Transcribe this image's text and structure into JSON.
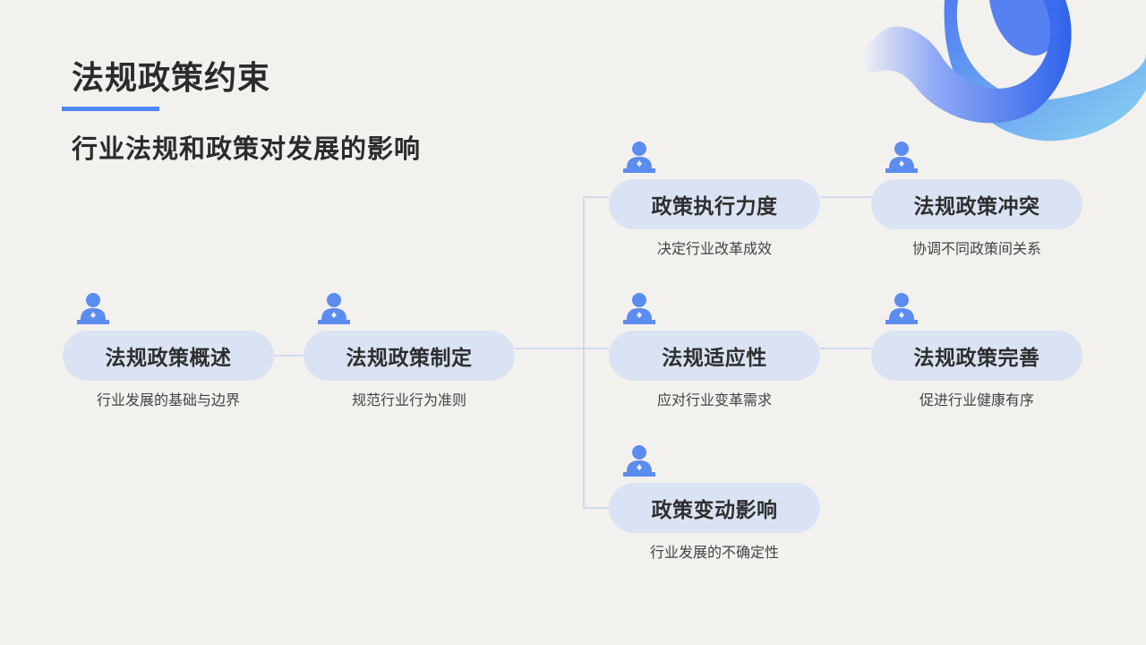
{
  "header": {
    "title": "法规政策约束",
    "subtitle": "行业法规和政策对发展的影响"
  },
  "colors": {
    "accent": "#4f86ef",
    "pill": "#d9e3f4",
    "connector": "#b9cdee",
    "icon": "#5b8cf0"
  },
  "nodes": [
    {
      "label": "法规政策概述",
      "desc": "行业发展的基础与边界"
    },
    {
      "label": "法规政策制定",
      "desc": "规范行业行为准则"
    },
    {
      "label": "政策执行力度",
      "desc": "决定行业改革成效"
    },
    {
      "label": "法规适应性",
      "desc": "应对行业变革需求"
    },
    {
      "label": "政策变动影响",
      "desc": "行业发展的不确定性"
    },
    {
      "label": "法规政策冲突",
      "desc": "协调不同政策间关系"
    },
    {
      "label": "法规政策完善",
      "desc": "促进行业健康有序"
    }
  ]
}
